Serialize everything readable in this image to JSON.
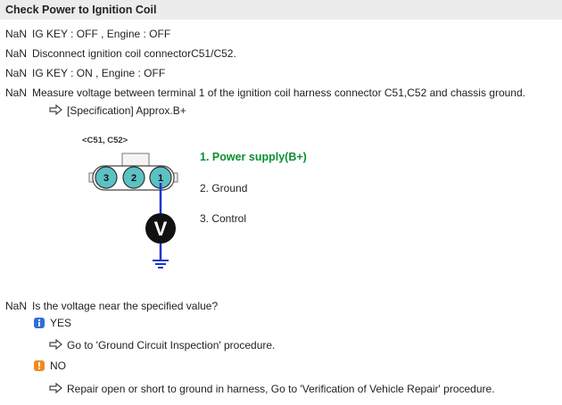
{
  "title": "Check Power to Ignition Coil",
  "steps": [
    {
      "num": "NaN",
      "text": "IG KEY : OFF , Engine : OFF"
    },
    {
      "num": "NaN",
      "text": "Disconnect ignition coil connectorC51/C52."
    },
    {
      "num": "NaN",
      "text": "IG KEY : ON , Engine : OFF"
    },
    {
      "num": "NaN",
      "text": "Measure voltage between terminal 1 of the ignition coil harness connector C51,C52 and chassis ground."
    }
  ],
  "specification": "[Specification] Approx.B+",
  "diagram": {
    "connector_label": "<C51, C52>",
    "pins": [
      "3",
      "2",
      "1"
    ],
    "meter_symbol": "V",
    "pin_legend": [
      {
        "text": "1. Power supply(B+)",
        "highlight": true
      },
      {
        "text": "2. Ground",
        "highlight": false
      },
      {
        "text": "3. Control",
        "highlight": false
      }
    ],
    "colors": {
      "pin_fill": "#5cc1c4",
      "wire": "#1f35c9",
      "highlight": "#0b8f2f"
    }
  },
  "question": {
    "num": "NaN",
    "text": "Is the voltage near the specified value?"
  },
  "answers": [
    {
      "label": "YES",
      "icon": "info-icon",
      "color": "#2f6fd6",
      "action": "Go to 'Ground Circuit Inspection' procedure."
    },
    {
      "label": "NO",
      "icon": "warning-icon",
      "color": "#f28a1e",
      "action": "Repair open or short to ground in harness, Go to 'Verification of Vehicle Repair' procedure."
    }
  ]
}
